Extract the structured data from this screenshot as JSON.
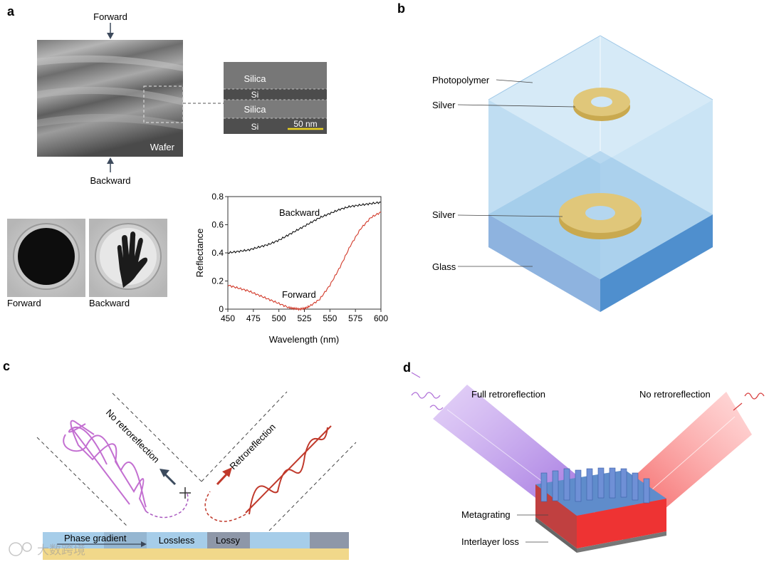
{
  "panels": {
    "a": "a",
    "b": "b",
    "c": "c",
    "d": "d"
  },
  "panel_a": {
    "sem": {
      "top_arrow": "Forward",
      "bottom_arrow": "Backward",
      "wafer": "Wafer"
    },
    "inset": {
      "layers": [
        "Silica",
        "Si",
        "Silica",
        "Si"
      ],
      "scale": "50 nm"
    },
    "photos": {
      "left": "Forward",
      "right": "Backward"
    }
  },
  "chart_data": {
    "type": "line",
    "xlabel": "Wavelength (nm)",
    "ylabel": "Reflectance",
    "xlim": [
      450,
      600
    ],
    "ylim": [
      0,
      0.8
    ],
    "xticks": [
      450,
      475,
      500,
      525,
      550,
      575,
      600
    ],
    "yticks": [
      0,
      0.2,
      0.4,
      0.6,
      0.8
    ],
    "series": [
      {
        "name": "Backward",
        "color": "#111111",
        "x": [
          450,
          460,
          470,
          480,
          490,
          500,
          510,
          520,
          530,
          540,
          550,
          560,
          570,
          580,
          590,
          600
        ],
        "y": [
          0.4,
          0.41,
          0.42,
          0.44,
          0.46,
          0.49,
          0.53,
          0.57,
          0.61,
          0.65,
          0.68,
          0.71,
          0.73,
          0.74,
          0.75,
          0.76
        ]
      },
      {
        "name": "Forward",
        "color": "#d23a2a",
        "x": [
          450,
          460,
          470,
          480,
          490,
          500,
          510,
          515,
          520,
          525,
          530,
          540,
          550,
          560,
          570,
          580,
          590,
          600
        ],
        "y": [
          0.17,
          0.15,
          0.13,
          0.1,
          0.07,
          0.04,
          0.01,
          0.005,
          0.0,
          0.005,
          0.02,
          0.07,
          0.17,
          0.3,
          0.45,
          0.57,
          0.65,
          0.69
        ]
      }
    ]
  },
  "panel_b": {
    "labels": [
      "Photopolymer",
      "Silver",
      "Silver",
      "Glass"
    ]
  },
  "panel_c": {
    "no_retro": "No retroreflection",
    "retro": "Retroreflection",
    "bar": [
      "Phase gradient",
      "Lossless",
      "Lossy"
    ]
  },
  "panel_d": {
    "full": "Full retroreflection",
    "none": "No retroreflection",
    "metagrating": "Metagrating",
    "loss": "Interlayer loss"
  },
  "watermark": "大数跨境"
}
